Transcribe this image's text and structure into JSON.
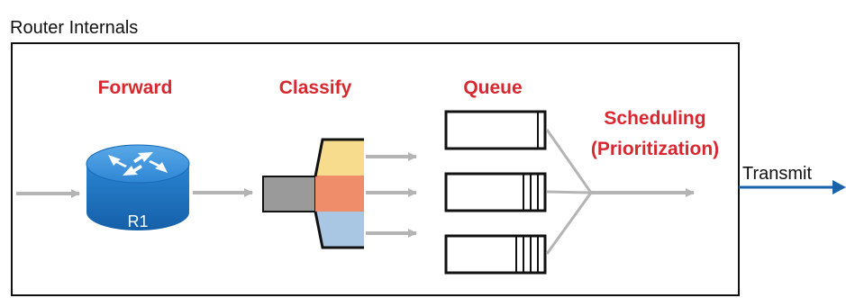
{
  "diagram": {
    "title": "Router Internals",
    "stages": {
      "forward": "Forward",
      "classify": "Classify",
      "queue": "Queue",
      "scheduling_line1": "Scheduling",
      "scheduling_line2": "(Prioritization)"
    },
    "router_label": "R1",
    "transmit_label": "Transmit",
    "queues": [
      {
        "filled_slots": 1
      },
      {
        "filled_slots": 3
      },
      {
        "filled_slots": 4
      }
    ],
    "colors": {
      "stage_label": "#d7282f",
      "arrow_gray": "#b4b4b4",
      "router_blue": "#1f75c4",
      "router_top": "#3d93db",
      "transmit_blue": "#1a63a8",
      "class_yellow": "#f8dc8e",
      "class_orange": "#ef8c6a",
      "class_blue": "#a9c7e3",
      "pipe_gray": "#9a9a9a",
      "outline": "#111111"
    }
  }
}
